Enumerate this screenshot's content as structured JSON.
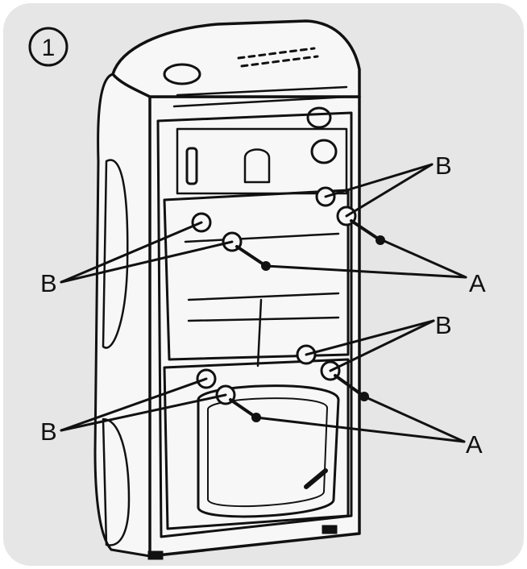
{
  "step_number": "1",
  "labels": {
    "b_top_right": "B",
    "b_upper_left": "B",
    "a_upper_right": "A",
    "b_mid_right": "B",
    "b_lower_left": "B",
    "a_lower_right": "A"
  },
  "colors": {
    "panel_background": "#e6e6e6",
    "line": "#111111",
    "appliance_fill": "#f7f7f7"
  }
}
